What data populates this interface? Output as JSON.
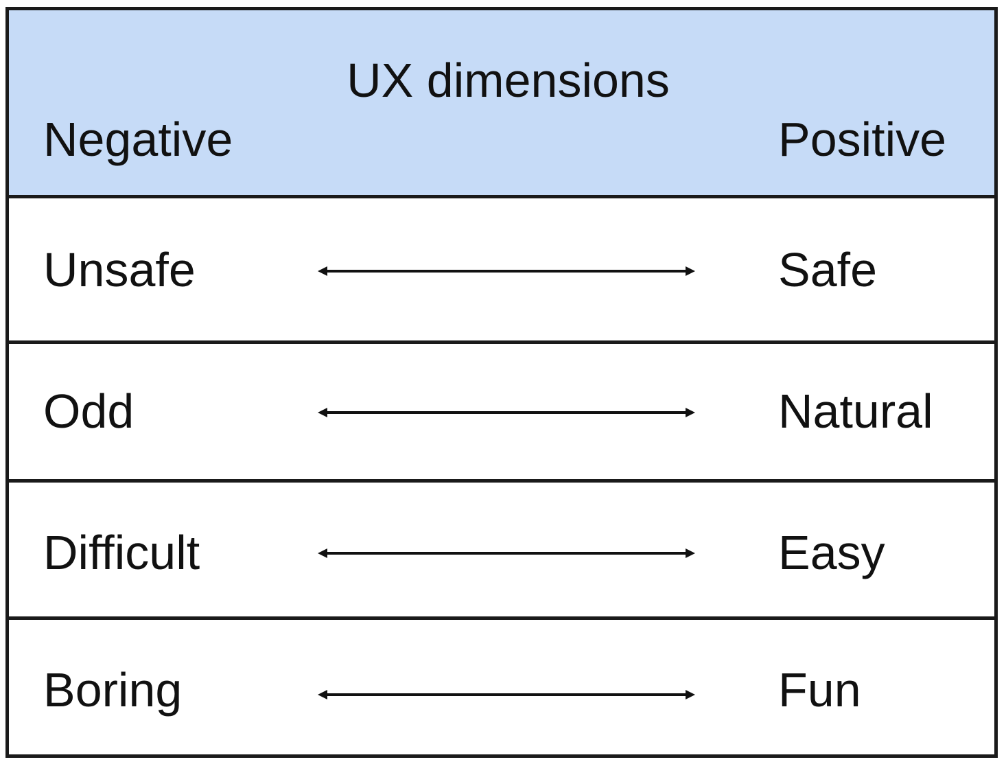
{
  "header": {
    "title": "UX dimensions",
    "left_label": "Negative",
    "right_label": "Positive"
  },
  "rows": [
    {
      "negative": "Unsafe",
      "positive": "Safe"
    },
    {
      "negative": "Odd",
      "positive": "Natural"
    },
    {
      "negative": "Difficult",
      "positive": "Easy"
    },
    {
      "negative": "Boring",
      "positive": "Fun"
    }
  ],
  "colors": {
    "header_background": "#c6dbf7",
    "border": "#1a1a1a",
    "text": "#111111"
  },
  "icons": {
    "row_connector": "double-headed-arrow-icon"
  }
}
